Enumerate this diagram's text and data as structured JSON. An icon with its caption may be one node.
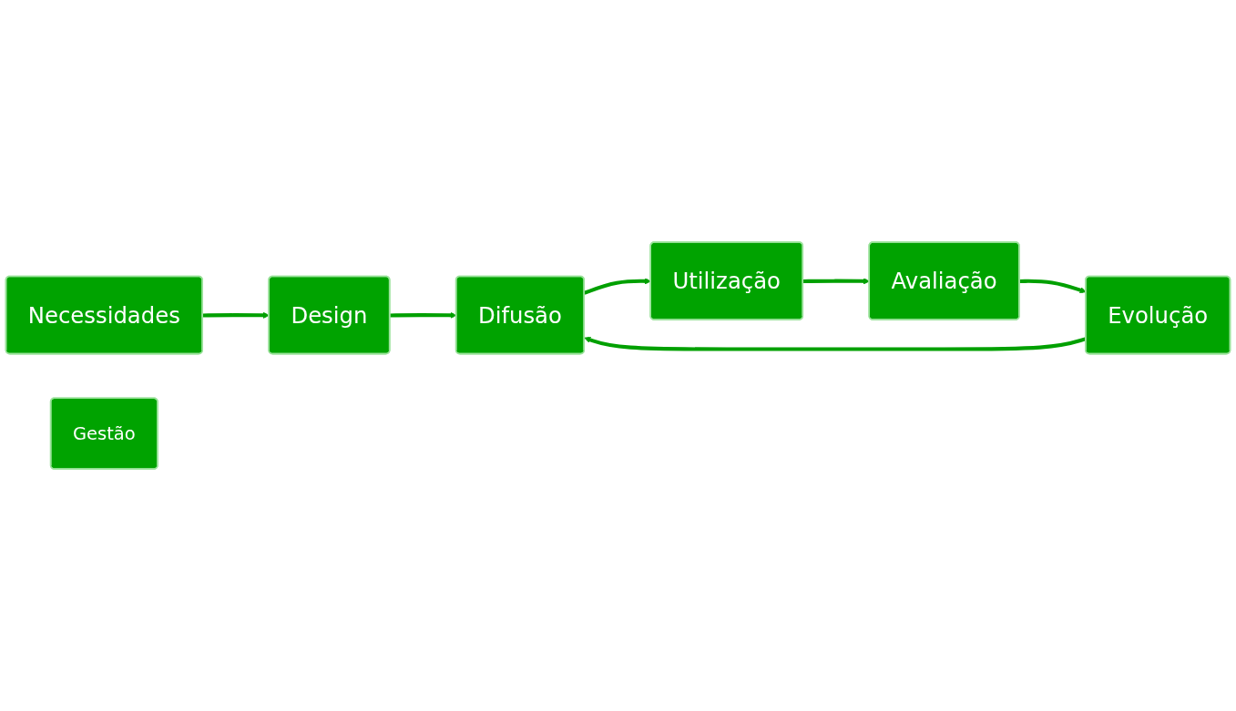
{
  "diagram": {
    "nodes": [
      {
        "text": [
          "Design"
        ]
      },
      {
        "text": [
          "Necessidades"
        ]
      },
      {
        "text": [
          "Evolução"
        ]
      },
      {
        "text": [
          "Difusão"
        ]
      },
      {
        "text": [
          "Gestão"
        ]
      },
      {
        "text": [
          "Avaliação"
        ]
      },
      {
        "text": [
          "Utilização"
        ]
      }
    ],
    "edges": [
      {
        "from": 1,
        "to": 0,
        "arrow": "to"
      },
      {
        "from": 0,
        "to": 3,
        "arrow": "to"
      },
      {
        "from": 2,
        "to": 3,
        "arrow": "to"
      },
      {
        "from": 3,
        "to": 6,
        "arrow": "to"
      },
      {
        "from": 6,
        "to": 5,
        "arrow": "to"
      },
      {
        "from": 5,
        "to": 2,
        "arrow": "to"
      }
    ]
  }
}
